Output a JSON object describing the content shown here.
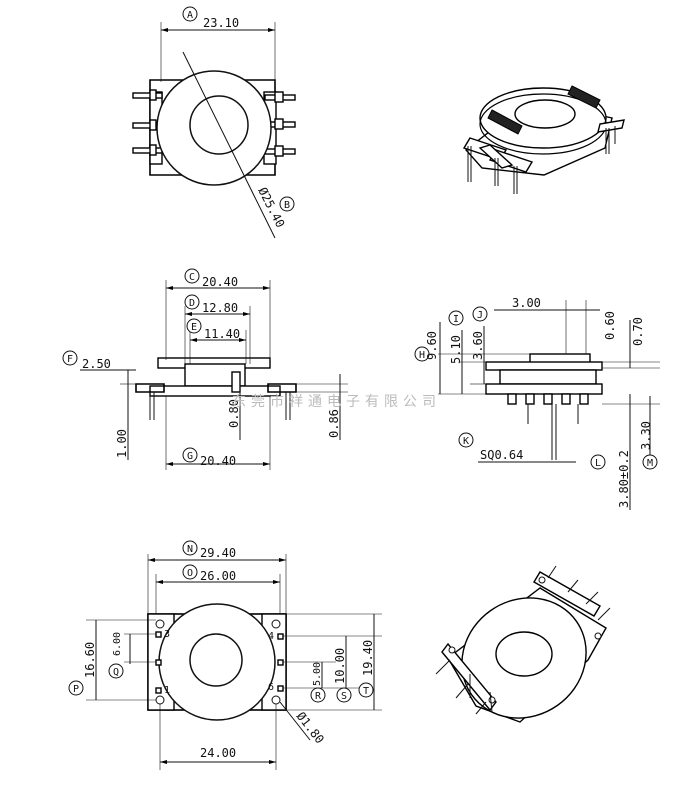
{
  "views": {
    "top": {
      "dims": {
        "A": "23.10",
        "B": "Ø25.40"
      },
      "letters": {
        "A": "A",
        "B": "B"
      }
    },
    "side": {
      "dims": {
        "C": "20.40",
        "D": "12.80",
        "E": "11.40",
        "F": "2.50",
        "G": "20.40",
        "h_a": "1.00",
        "h_b": "0.80",
        "h_c": "0.86"
      },
      "letters": {
        "C": "C",
        "D": "D",
        "E": "E",
        "F": "F",
        "G": "G"
      }
    },
    "front": {
      "dims": {
        "top_w": "3.00",
        "top_gap": "0.60",
        "H": "9.60",
        "I": "5.10",
        "J": "3.60",
        "right_h": "0.70",
        "K": "SQ0.64",
        "M": "3.30",
        "L": "3.80±0.2"
      },
      "letters": {
        "H": "H",
        "I": "I",
        "J": "J",
        "K": "K",
        "L": "L",
        "M": "M"
      }
    },
    "bottom": {
      "dims": {
        "N": "29.40",
        "O": "26.00",
        "P": "16.60",
        "Q": "6.00",
        "R": "5.00",
        "S": "10.00",
        "T": "19.40",
        "hole": "Ø1.80",
        "pitch": "24.00"
      },
      "letters": {
        "N": "N",
        "O": "O",
        "P": "P",
        "Q": "Q",
        "R": "R",
        "S": "S",
        "T": "T"
      },
      "pins": {
        "p1": "1",
        "p3": "3",
        "p4": "4",
        "p6": "6"
      }
    }
  },
  "watermark": "东莞市祥通电子有限公司"
}
